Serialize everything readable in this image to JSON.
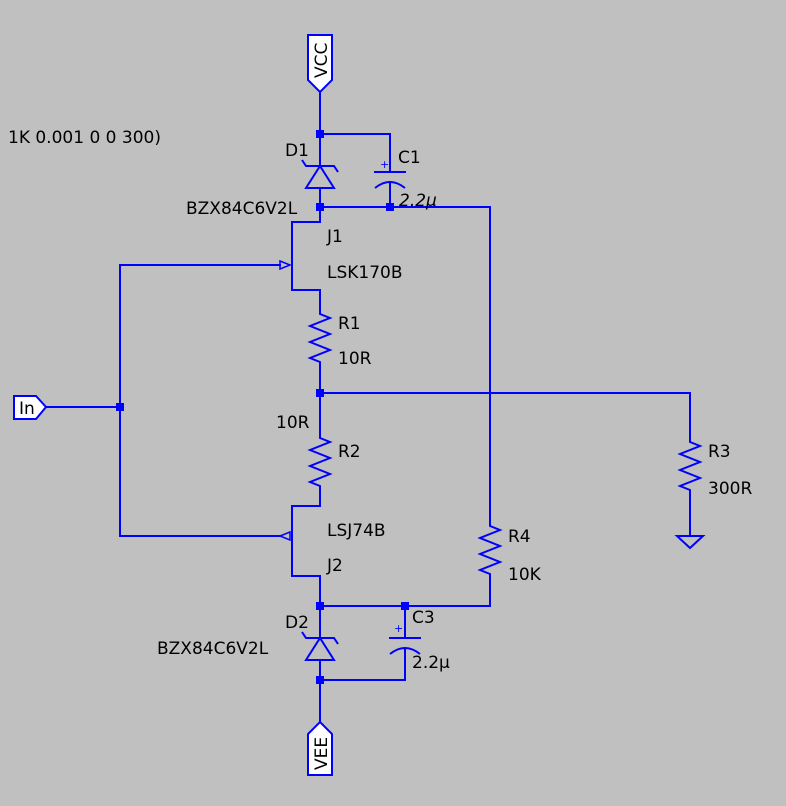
{
  "directive": "1K 0.001 0 0 300)",
  "ports": {
    "vcc": "VCC",
    "vee": "VEE",
    "in": "In"
  },
  "components": {
    "d1": {
      "ref": "D1",
      "value": "BZX84C6V2L"
    },
    "d2": {
      "ref": "D2",
      "value": "BZX84C6V2L"
    },
    "c1": {
      "ref": "C1",
      "value": "2.2µ"
    },
    "c3": {
      "ref": "C3",
      "value": "2.2µ"
    },
    "j1": {
      "ref": "J1",
      "value": "LSK170B"
    },
    "j2": {
      "ref": "J2",
      "value": "LSJ74B"
    },
    "r1": {
      "ref": "R1",
      "value": "10R"
    },
    "r2": {
      "ref": "R2",
      "value": "10R"
    },
    "r3": {
      "ref": "R3",
      "value": "300R"
    },
    "r4": {
      "ref": "R4",
      "value": "10K"
    }
  },
  "colors": {
    "wire": "#0000ff",
    "background": "#c0c0c0",
    "text": "#000000"
  }
}
